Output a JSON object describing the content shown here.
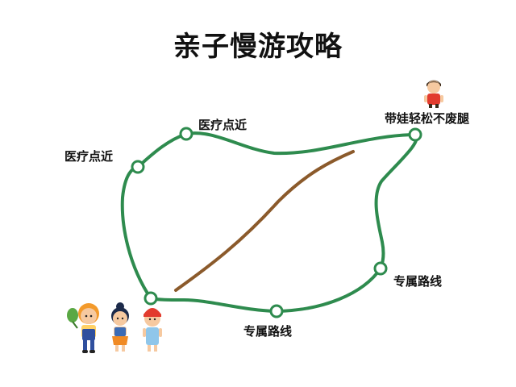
{
  "title": "亲子慢游攻略",
  "labels": {
    "medical_top": "医疗点近",
    "medical_left": "医疗点近",
    "baby_easy": "带娃轻松不废腿",
    "exclusive_right": "专属路线",
    "exclusive_bottom": "专属路线"
  },
  "colors": {
    "route": "#2e8b4e",
    "path": "#8b5a2b",
    "node_fill": "#ffffff"
  }
}
